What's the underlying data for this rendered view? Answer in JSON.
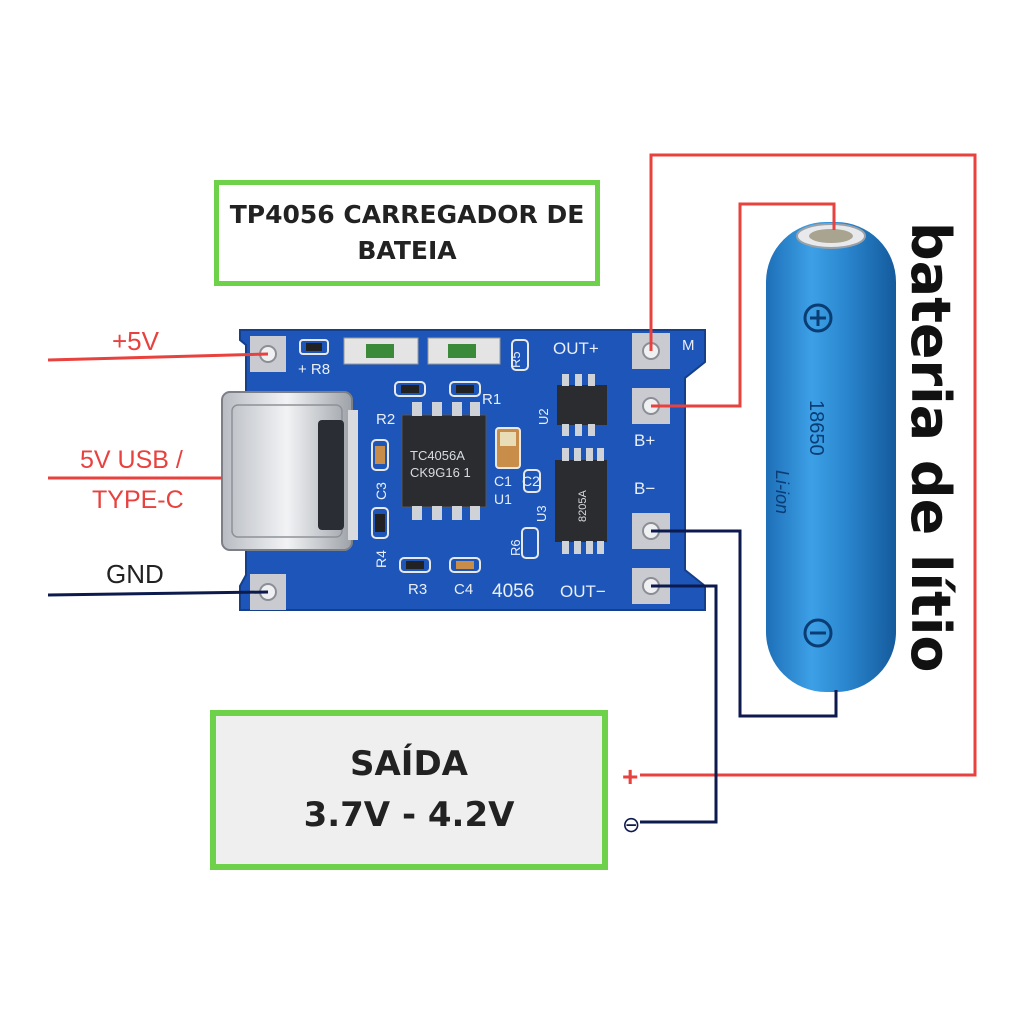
{
  "title": {
    "line1": "TP4056 CARREGADOR DE",
    "line2": "BATEIA"
  },
  "inputs": {
    "plus5v": "+5V",
    "usb_line1": "5V USB /",
    "usb_line2": "TYPE-C",
    "gnd": "GND"
  },
  "output": {
    "line1": "SAÍDA",
    "line2": "3.7V - 4.2V",
    "plus": "+",
    "minus": "⊖"
  },
  "battery": {
    "label": "bateria de lítio",
    "model": "18650",
    "type": "Li-ion",
    "plus_mark": "+",
    "minus_mark": "−"
  },
  "board": {
    "chip_main_line1": "TC4056A",
    "chip_main_line2": "CK9G16 1",
    "chip_small": "8205A",
    "pad_m": "M",
    "out_plus": "OUT+",
    "out_minus": "OUT−",
    "b_plus": "B+",
    "b_minus": "B−",
    "model_text": "4056",
    "plus_r8": "+ R8",
    "r1": "R1",
    "r2": "R2",
    "r3": "R3",
    "r4": "R4",
    "r5": "R5",
    "r6": "R6",
    "c1": "C1",
    "c2": "C2",
    "c3": "C3",
    "c4": "C4",
    "u1": "U1",
    "u2": "U2",
    "u3": "U3"
  },
  "colors": {
    "wire_red": "#e8413e",
    "wire_navy": "#0c1a4d",
    "box_green": "#6dd24a",
    "pcb_blue": "#1d56b8",
    "battery_blue": "#2f8fd6"
  }
}
